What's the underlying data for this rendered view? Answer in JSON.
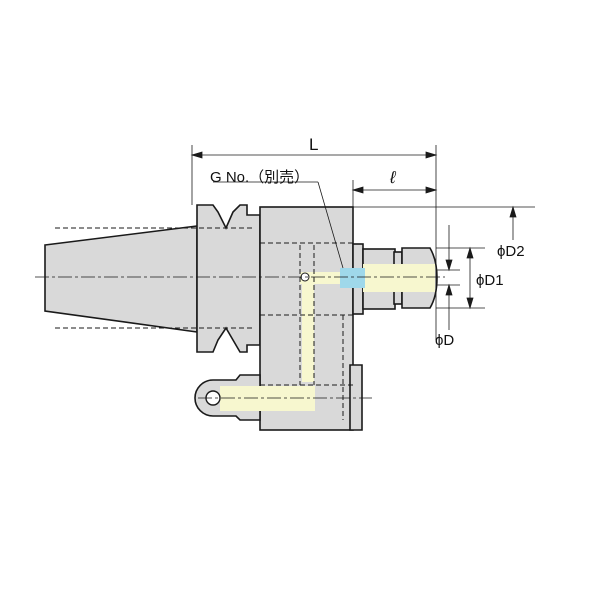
{
  "labels": {
    "L": "L",
    "l": "ℓ",
    "g_no": "G No.（別売）",
    "phi_d2": "ϕD2",
    "phi_d1": "ϕD1",
    "phi_d": "ϕD"
  },
  "colors": {
    "body": "#d9d9d9",
    "coolant": "#f7f7cf",
    "screw": "#9fd8ea",
    "line": "#1a1a1a"
  }
}
